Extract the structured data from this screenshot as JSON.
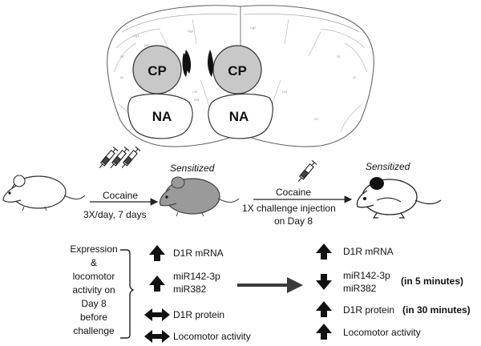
{
  "brain": {
    "left_cp": "CP",
    "right_cp": "CP",
    "left_na": "NA",
    "right_na": "NA"
  },
  "timeline": {
    "step1_drug": "Cocaine",
    "step1_schedule": "3X/day, 7 days",
    "state1": "Sensitized",
    "step2_drug": "Cocaine",
    "step2_line1": "1X challenge injection",
    "step2_line2": "on Day 8",
    "state2": "Sensitized"
  },
  "left_label": {
    "lines": [
      "Expression",
      "&",
      "locomotor",
      "activity on",
      "Day 8",
      "before",
      "challenge"
    ]
  },
  "before": {
    "items": [
      {
        "label": "D1R mRNA",
        "arrow": "up"
      },
      {
        "label": "miR142-3p",
        "arrow": "up"
      },
      {
        "label": "miR382",
        "arrow": "none"
      },
      {
        "label": "D1R protein",
        "arrow": "both"
      },
      {
        "label": "Locomotor activity",
        "arrow": "both"
      }
    ]
  },
  "after": {
    "items": [
      {
        "label": "D1R mRNA",
        "arrow": "up",
        "note": ""
      },
      {
        "label": "miR142-3p",
        "arrow": "down",
        "note": "(in 5 minutes)"
      },
      {
        "label": "miR382",
        "arrow": "none",
        "note": ""
      },
      {
        "label": "D1R protein",
        "arrow": "up",
        "note": "(in 30 minutes)"
      },
      {
        "label": "Locomotor activity",
        "arrow": "up",
        "note": ""
      }
    ]
  },
  "colors": {
    "structure_fill": "#c8c8c8",
    "mouse_grey": "#9a9a9a",
    "arrow": "#222222",
    "big_arrow": "#3a3a3a"
  }
}
